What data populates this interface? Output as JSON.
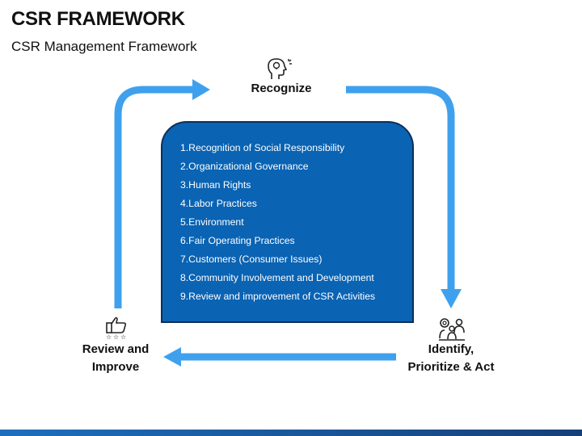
{
  "header": {
    "title": "CSR FRAMEWORK",
    "subtitle": "CSR Management Framework"
  },
  "nodes": {
    "recognize": {
      "label": "Recognize",
      "icon": "brain-lightbulb-icon"
    },
    "identify": {
      "label_line1": "Identify,",
      "label_line2": "Prioritize & Act",
      "icon": "team-meeting-icon"
    },
    "review": {
      "label_line1": "Review and",
      "label_line2": "Improve",
      "icon": "thumbs-up-stars-icon"
    }
  },
  "center_box": {
    "items": [
      "1.Recognition of Social Responsibility",
      "2.Organizational Governance",
      "3.Human Rights",
      "4.Labor Practices",
      "5.Environment",
      "6.Fair Operating Practices",
      "7.Customers (Consumer Issues)",
      "8.Community Involvement and Development",
      "9.Review and improvement of CSR Activities"
    ]
  },
  "colors": {
    "arrow": "#3fa1ee",
    "box_fill": "#0a63b3",
    "box_border": "#0d2f57",
    "footer": "#1d6fbe"
  }
}
